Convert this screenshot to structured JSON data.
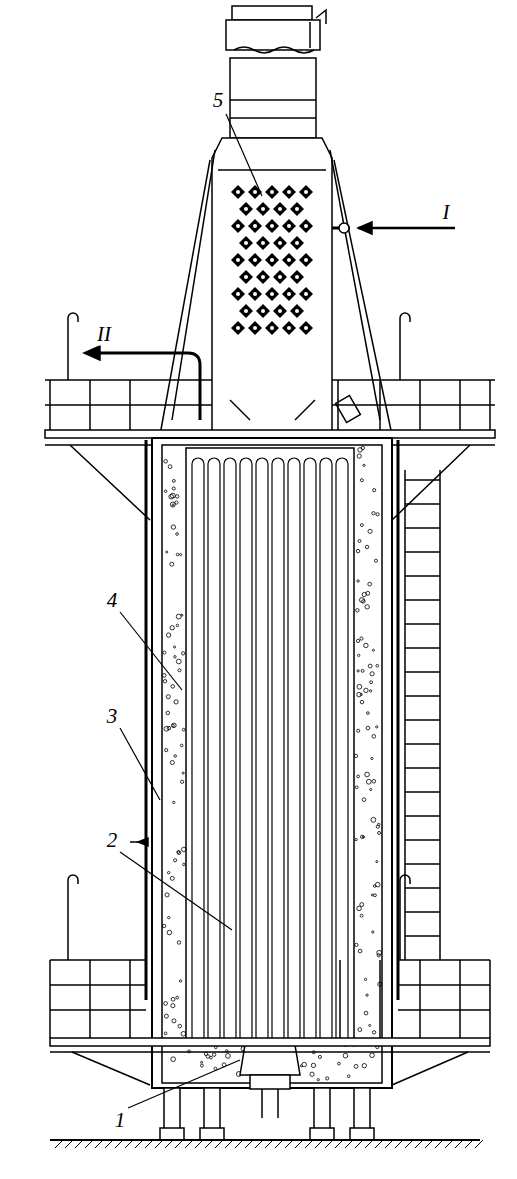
{
  "diagram": {
    "labels": [
      "5",
      "I",
      "II",
      "4",
      "3",
      "2",
      "1"
    ]
  }
}
